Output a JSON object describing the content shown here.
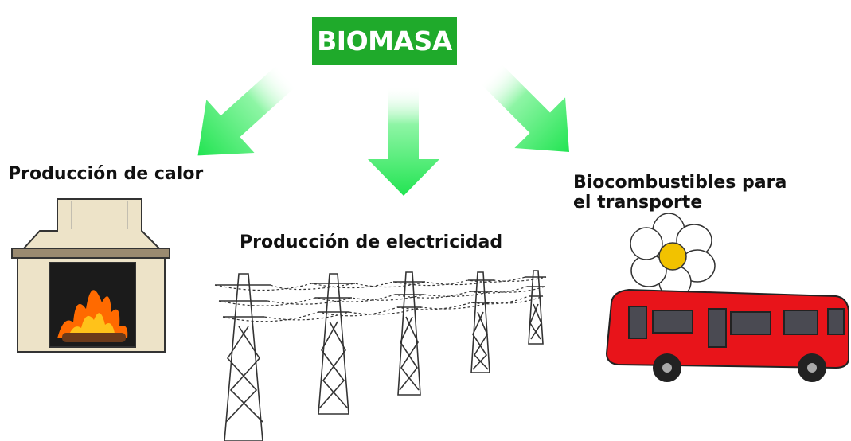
{
  "title": "BIOMASA",
  "labels": {
    "heat": "Producción de calor",
    "electricity": "Producción de electricidad",
    "transport_line1": "Biocombustibles para",
    "transport_line2": "el transporte"
  },
  "icons": {
    "left": "fireplace-icon",
    "center": "power-tower-icon",
    "right": "bus-icon",
    "flower": "flower-icon"
  },
  "colors": {
    "title_bg": "#1faa2b",
    "title_text": "#ffffff",
    "arrow": "#2ee85a",
    "bus": "#e8141a",
    "fire": "#ff6a00",
    "flower_center": "#f2c200"
  }
}
